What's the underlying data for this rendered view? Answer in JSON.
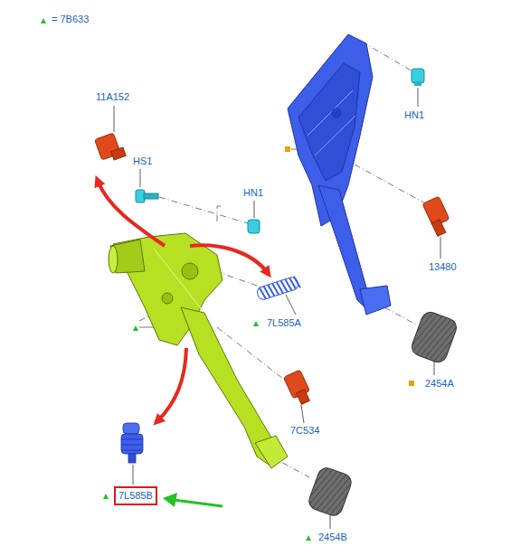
{
  "diagram": {
    "nodes": [
      {
        "text": [
          "7L585B"
        ]
      }
    ],
    "labels": [
      "= 7B633",
      "11A152",
      "HS1",
      "HN1",
      "HN1",
      "7L585A",
      "7C534",
      "13480",
      "2454A",
      "2454B"
    ]
  }
}
